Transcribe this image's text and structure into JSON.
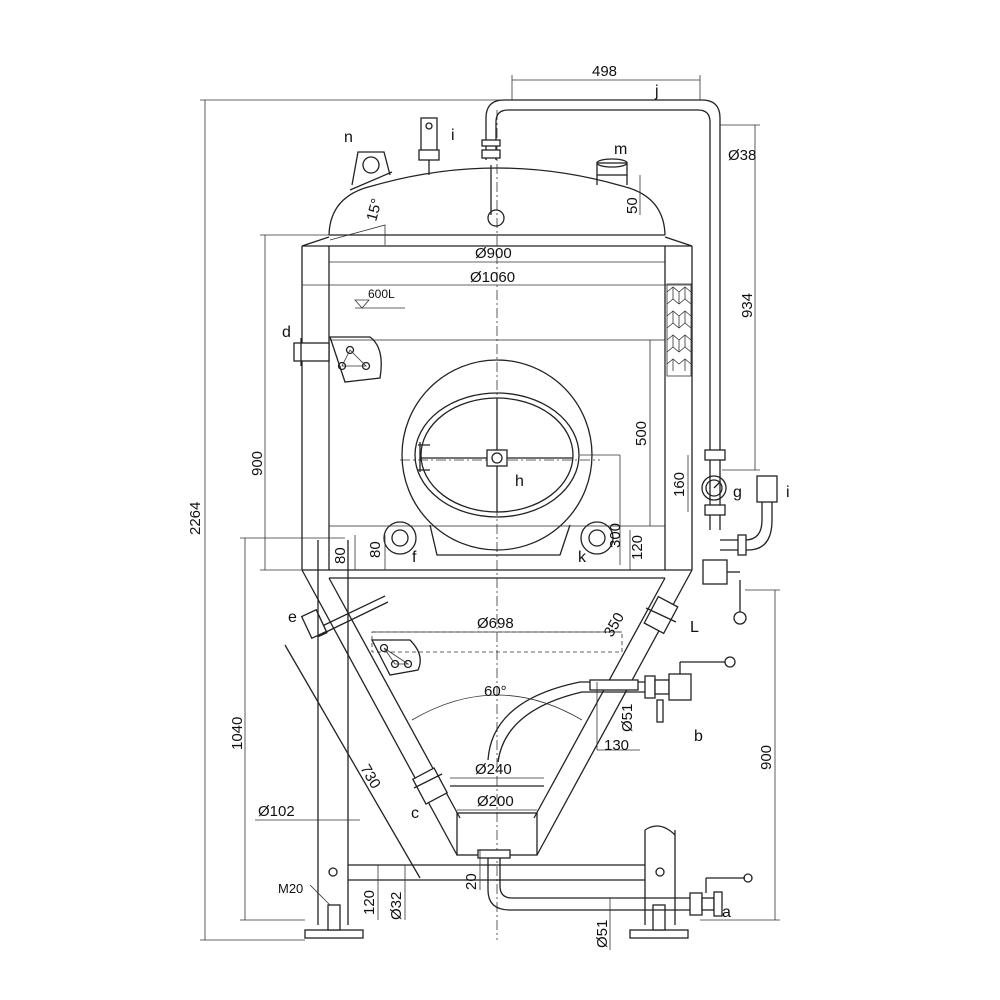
{
  "labels": {
    "a": "a",
    "b": "b",
    "c": "c",
    "d": "d",
    "e": "e",
    "f": "f",
    "g": "g",
    "h": "h",
    "i": "i",
    "j": "j",
    "k": "k",
    "L": "L",
    "m": "m",
    "n": "n"
  },
  "dimensions": {
    "overall_height": "2264",
    "top_pipe_width": "498",
    "pipe_diameter": "Ø38",
    "pipe_height": "934",
    "port_m_height": "50",
    "cone_angle_top": "15°",
    "inner_diameter": "Ø900",
    "outer_diameter": "Ø1060",
    "fill_level": "600L",
    "cylinder_height": "900",
    "manway_height": "500",
    "gauge_spacing": "160",
    "port_f_offset": "80",
    "port_left_offset": "80",
    "manway_bottom": "300",
    "port_k_offset": "120",
    "cone_top_diameter": "Ø698",
    "cone_side": "350",
    "cone_angle": "60°",
    "leg_height": "1040",
    "cone_length": "730",
    "outlet_diameter": "Ø51",
    "outlet_offset": "130",
    "outlet_height": "900",
    "cone_bottom_diameter": "Ø240",
    "drain_diameter": "Ø200",
    "leg_diameter": "Ø102",
    "foot_bolt": "M20",
    "brace_height": "120",
    "brace_diameter": "Ø32",
    "drain_offset": "20",
    "drain_pipe_diameter": "Ø51"
  }
}
